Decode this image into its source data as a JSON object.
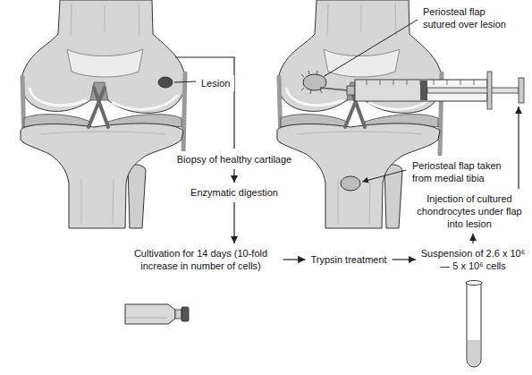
{
  "diagram": {
    "nodes": [
      {
        "text": [
          "Biopsy of healthy cartilage"
        ]
      },
      {
        "text": [
          "Enzymatic digestion"
        ]
      },
      {
        "text": [
          "Cultivation for 14 days (10-fold increase in number of cells)"
        ]
      },
      {
        "text": [
          "Trypsin treatment"
        ]
      },
      {
        "text": [
          "Suspension of 2.6 x 10⁶ — 5 x 10⁶ cells"
        ]
      },
      {
        "text": [
          "Injection of cultured chondrocytes under flap into lesion"
        ]
      }
    ],
    "edges": [
      {
        "from": 0,
        "to": 1,
        "arrow": "to"
      },
      {
        "from": 1,
        "to": 2,
        "arrow": "to"
      },
      {
        "from": 2,
        "to": 3,
        "arrow": "to"
      },
      {
        "from": 3,
        "to": 4,
        "arrow": "to"
      },
      {
        "from": 4,
        "to": 5,
        "arrow": "to"
      }
    ],
    "labels": [
      "Lesion",
      "Periosteal flap sutured over lesion",
      "Periosteal flap taken from medial tibia"
    ]
  }
}
